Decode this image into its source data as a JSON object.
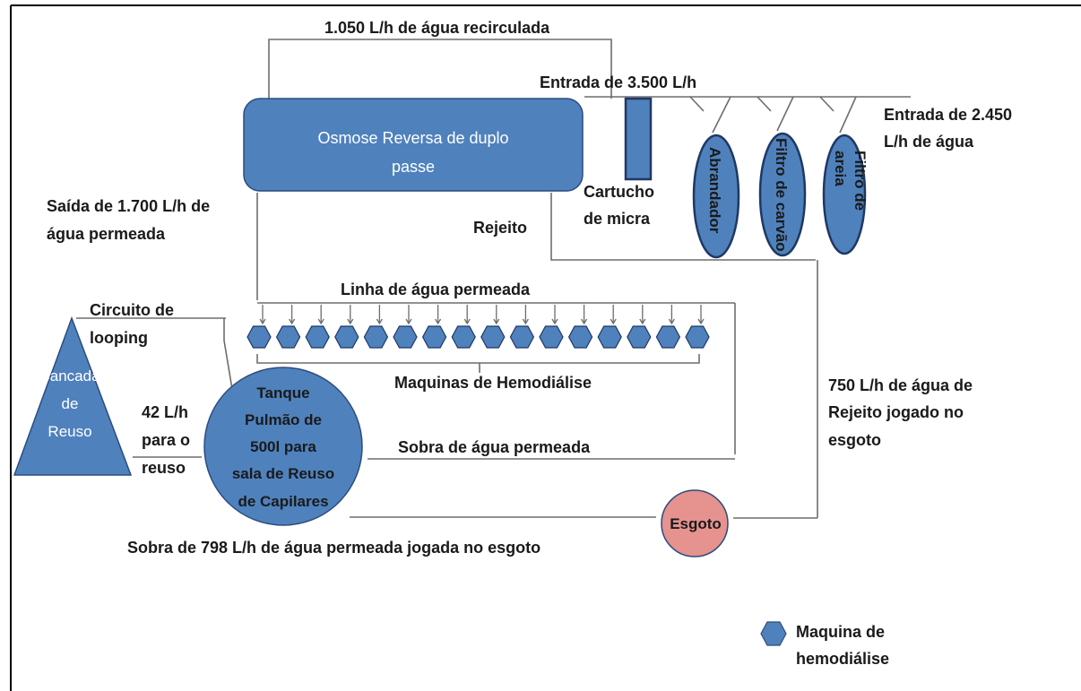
{
  "colors": {
    "shape_fill": "#4f81bd",
    "shape_stroke": "#1f3864",
    "esgoto_fill": "#e6928f",
    "esgoto_stroke": "#2b4c7e",
    "line": "#6d6d6d",
    "text": "#1a1a1a",
    "frame": "#000000"
  },
  "labels": {
    "recirculated": "1.050 L/h de água recirculada",
    "input_3500": "Entrada de 3.500 L/h",
    "input_2450_line1": "Entrada de 2.450",
    "input_2450_line2": "L/h de água",
    "reverse_osmosis_line1": "Osmose Reversa de duplo",
    "reverse_osmosis_line2": "passe",
    "cartridge_line1": "Cartucho",
    "cartridge_line2": "de micra",
    "softener": "Abrandador",
    "carbon_filter": "Filtro de carvão",
    "sand_filter_line1": "Filtro de",
    "sand_filter_line2": "areia",
    "output_1700_line1": "Saída de 1.700 L/h de",
    "output_1700_line2": "água permeada",
    "reject": "Rejeito",
    "permeate_line": "Linha de água permeada",
    "looping_line1": "Circuito de",
    "looping_line2": "looping",
    "machines": "Maquinas de Hemodiálise",
    "reuse_bench_line1": "Bancada",
    "reuse_bench_line2": "de",
    "reuse_bench_line3": "Reuso",
    "reuse_flow_line1": "42 L/h",
    "reuse_flow_line2": "para o",
    "reuse_flow_line3": "reuso",
    "tank_line1": "Tanque",
    "tank_line2": "Pulmão de",
    "tank_line3": "500l para",
    "tank_line4": "sala de Reuso",
    "tank_line5": "de Capilares",
    "leftover_permeate": "Sobra de água permeada",
    "reject_750_line1": "750 L/h de água de",
    "reject_750_line2": "Rejeito      jogado no",
    "reject_750_line3": "esgoto",
    "sewer": "Esgoto",
    "leftover_798": "Sobra de 798 L/h de água permeada  jogada no esgoto",
    "legend_line1": "Maquina de",
    "legend_line2": "hemodiálise"
  },
  "machine_count": 16
}
